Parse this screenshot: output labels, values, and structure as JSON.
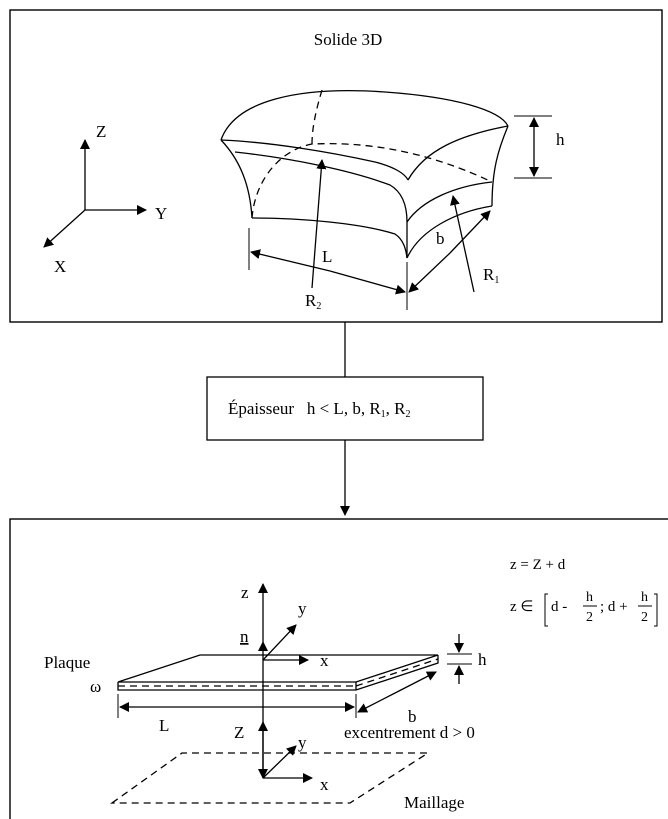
{
  "top_panel": {
    "title": "Solide 3D",
    "axes": {
      "z": "Z",
      "y": "Y",
      "x": "X"
    },
    "dims": {
      "h": "h",
      "L": "L",
      "b": "b",
      "R1": "R",
      "R1_sub": "1",
      "R2": "R",
      "R2_sub": "2"
    }
  },
  "middle_box": {
    "prefix": "Épaisseur   h < L, b, R",
    "sub1": "1",
    "mid": ", R",
    "sub2": "2"
  },
  "bottom_panel": {
    "eq1": "z = Z + d",
    "eq2_a": "z ∈",
    "eq2_b": "d -",
    "eq2_h": "h",
    "eq2_2": "2",
    "eq2_c": "; d +",
    "eq2_h2": "h",
    "eq2_22": "2",
    "plate_label": "Plaque",
    "omega": "ω",
    "h": "h",
    "n": "n",
    "z": "z",
    "y": "y",
    "x": "x",
    "L": "L",
    "b": "b",
    "Z": "Z",
    "y2": "y",
    "x2": "x",
    "offset_label": "excentrement d > 0",
    "mesh_label": "Maillage"
  }
}
